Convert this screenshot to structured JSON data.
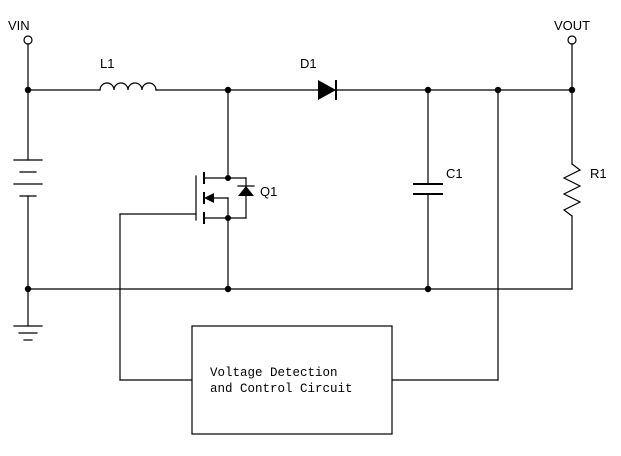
{
  "labels": {
    "vin": "VIN",
    "vout": "VOUT",
    "l1": "L1",
    "d1": "D1",
    "q1": "Q1",
    "c1": "C1",
    "r1": "R1"
  },
  "control_block": {
    "line1": "Voltage Detection",
    "line2": "and Control Circuit"
  }
}
